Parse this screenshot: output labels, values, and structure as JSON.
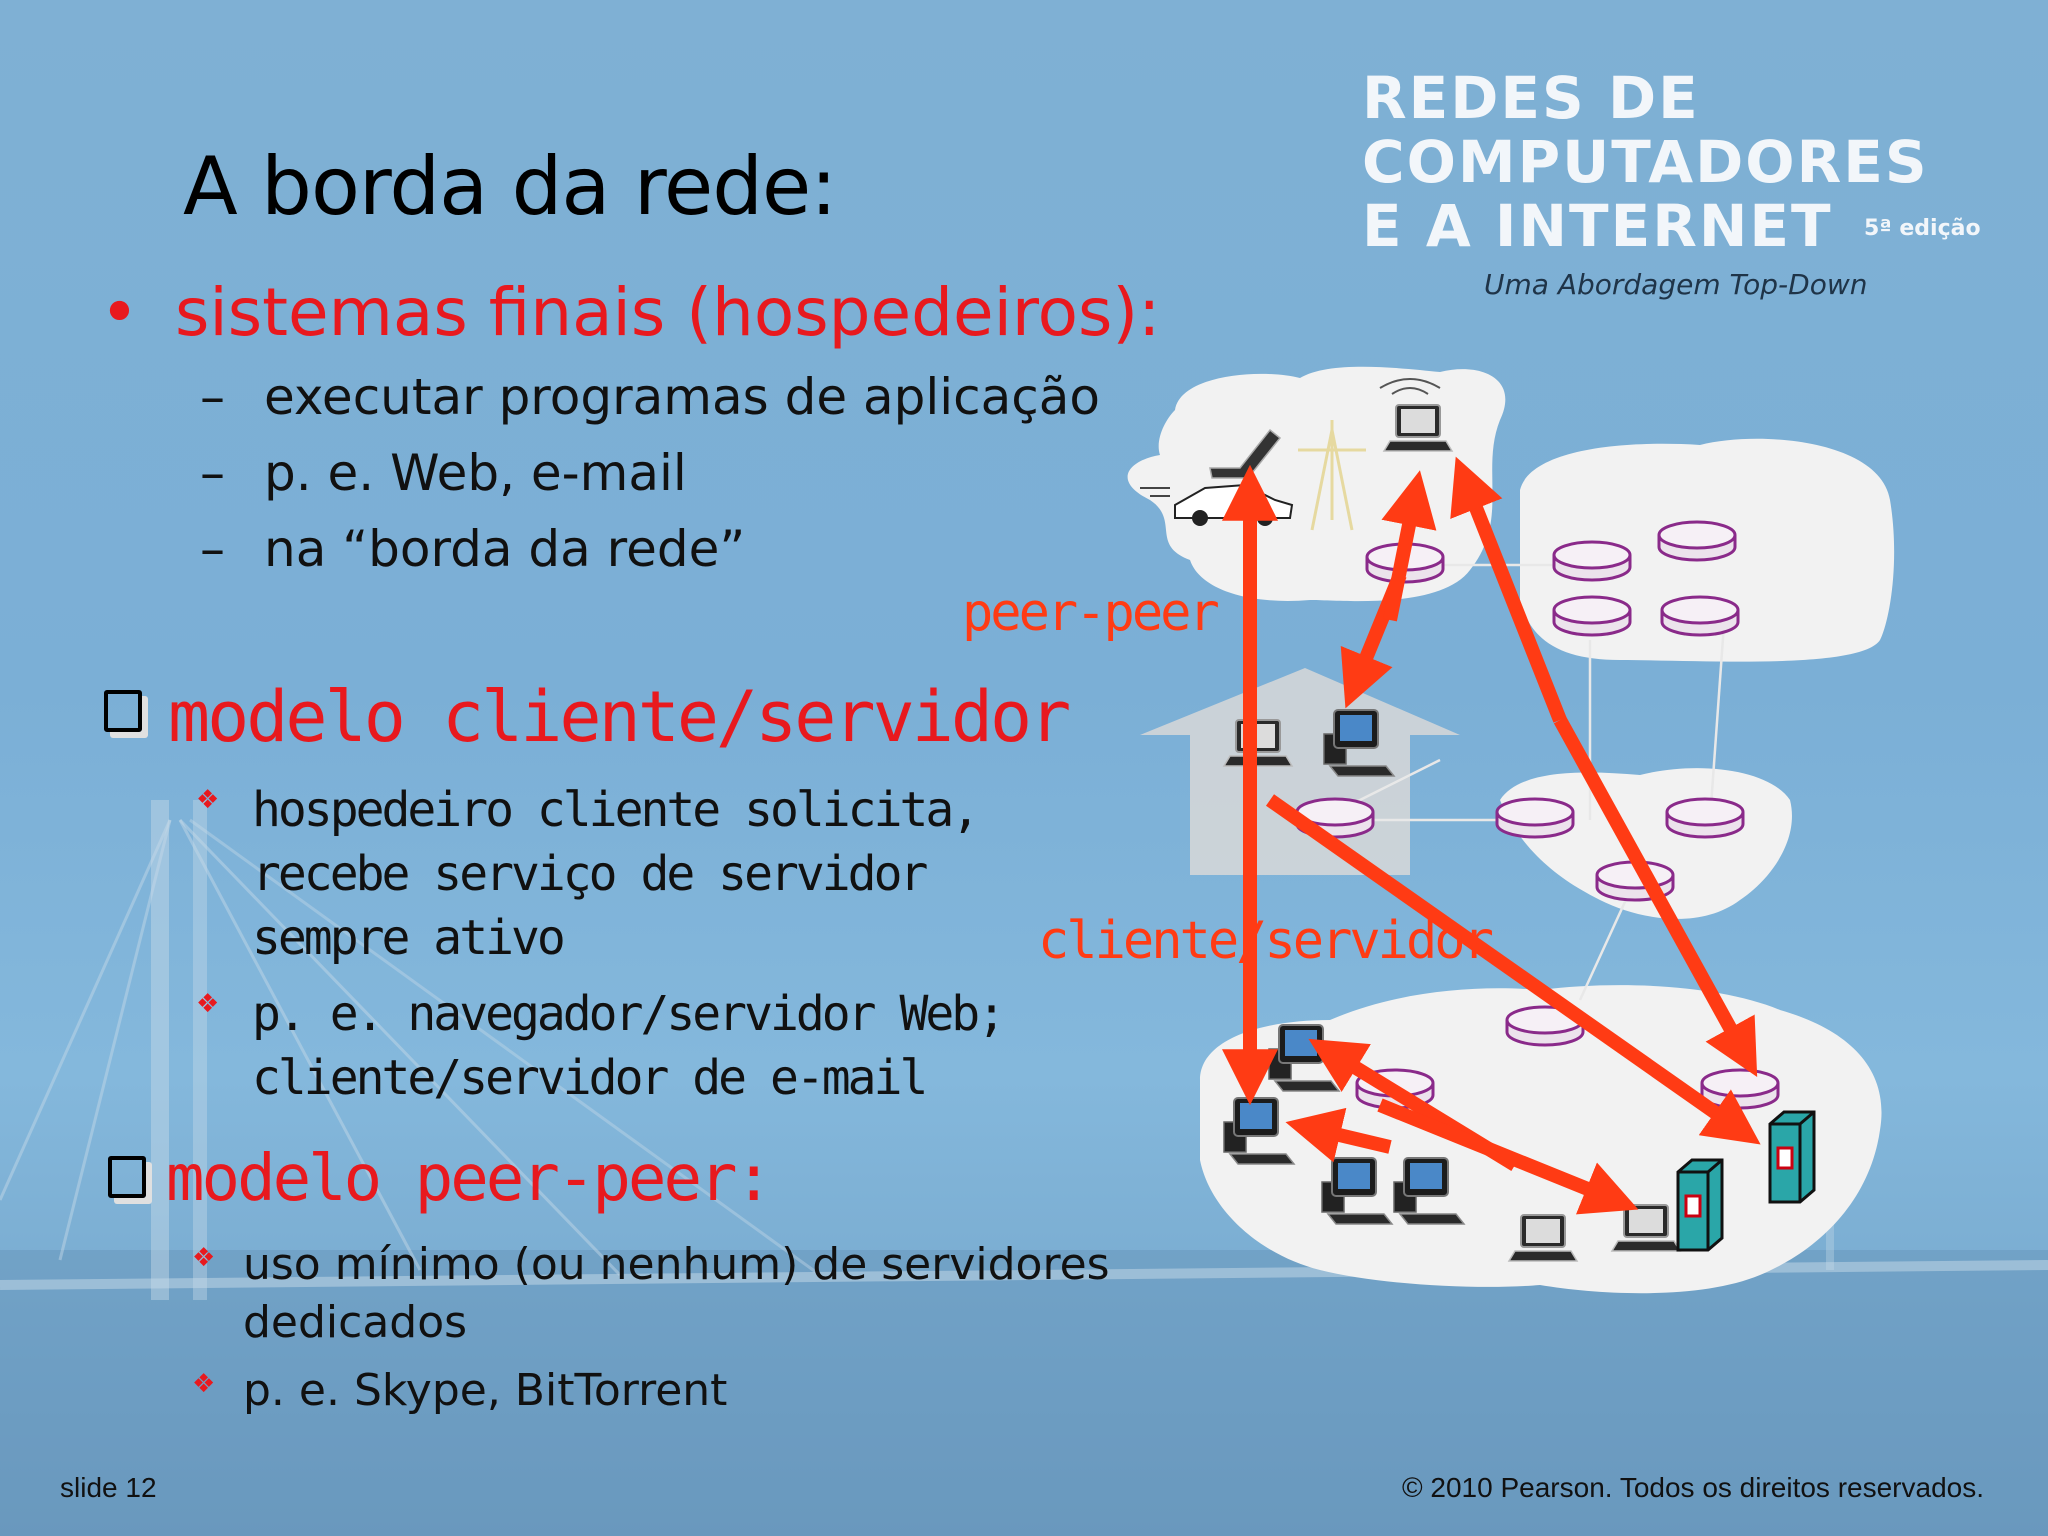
{
  "slide": {
    "title": "A borda da rede:",
    "brand": {
      "line1": "REDES DE",
      "line2": "COMPUTADORES",
      "line3": "E A INTERNET",
      "edition": "5ª edição",
      "subtitle": "Uma Abordagem Top-Down"
    },
    "bullet1": {
      "marker": "•",
      "text": "sistemas finais (hospedeiros):",
      "items": [
        {
          "dash": "–",
          "text": "executar programas de aplicação"
        },
        {
          "dash": "–",
          "text": "p. e. Web, e-mail"
        },
        {
          "dash": "–",
          "text": "na “borda da rede”"
        }
      ]
    },
    "section2": {
      "heading": "modelo cliente/servidor",
      "items": [
        {
          "marker": "❖",
          "lines": [
            "hospedeiro cliente solicita,",
            "recebe serviço de servidor",
            "sempre ativo"
          ]
        },
        {
          "marker": "❖",
          "lines": [
            "p. e. navegador/servidor Web;",
            "cliente/servidor de e-mail"
          ]
        }
      ]
    },
    "section3": {
      "heading": "modelo peer-peer:",
      "items": [
        {
          "marker": "❖",
          "lines": [
            "uso mínimo (ou nenhum) de servidores",
            "dedicados"
          ]
        },
        {
          "marker": "❖",
          "lines": [
            "p. e. Skype,  BitTorrent"
          ]
        }
      ]
    },
    "diagram": {
      "label_peer": "peer-peer",
      "label_client": "cliente/servidor",
      "arrow_color": "#ff3b14",
      "cloud_color": "#f2f2f2",
      "router_color": "#8a2a8a"
    },
    "footer": {
      "left": "slide 12",
      "right": "© 2010 Pearson. Todos os direitos reservados."
    }
  }
}
